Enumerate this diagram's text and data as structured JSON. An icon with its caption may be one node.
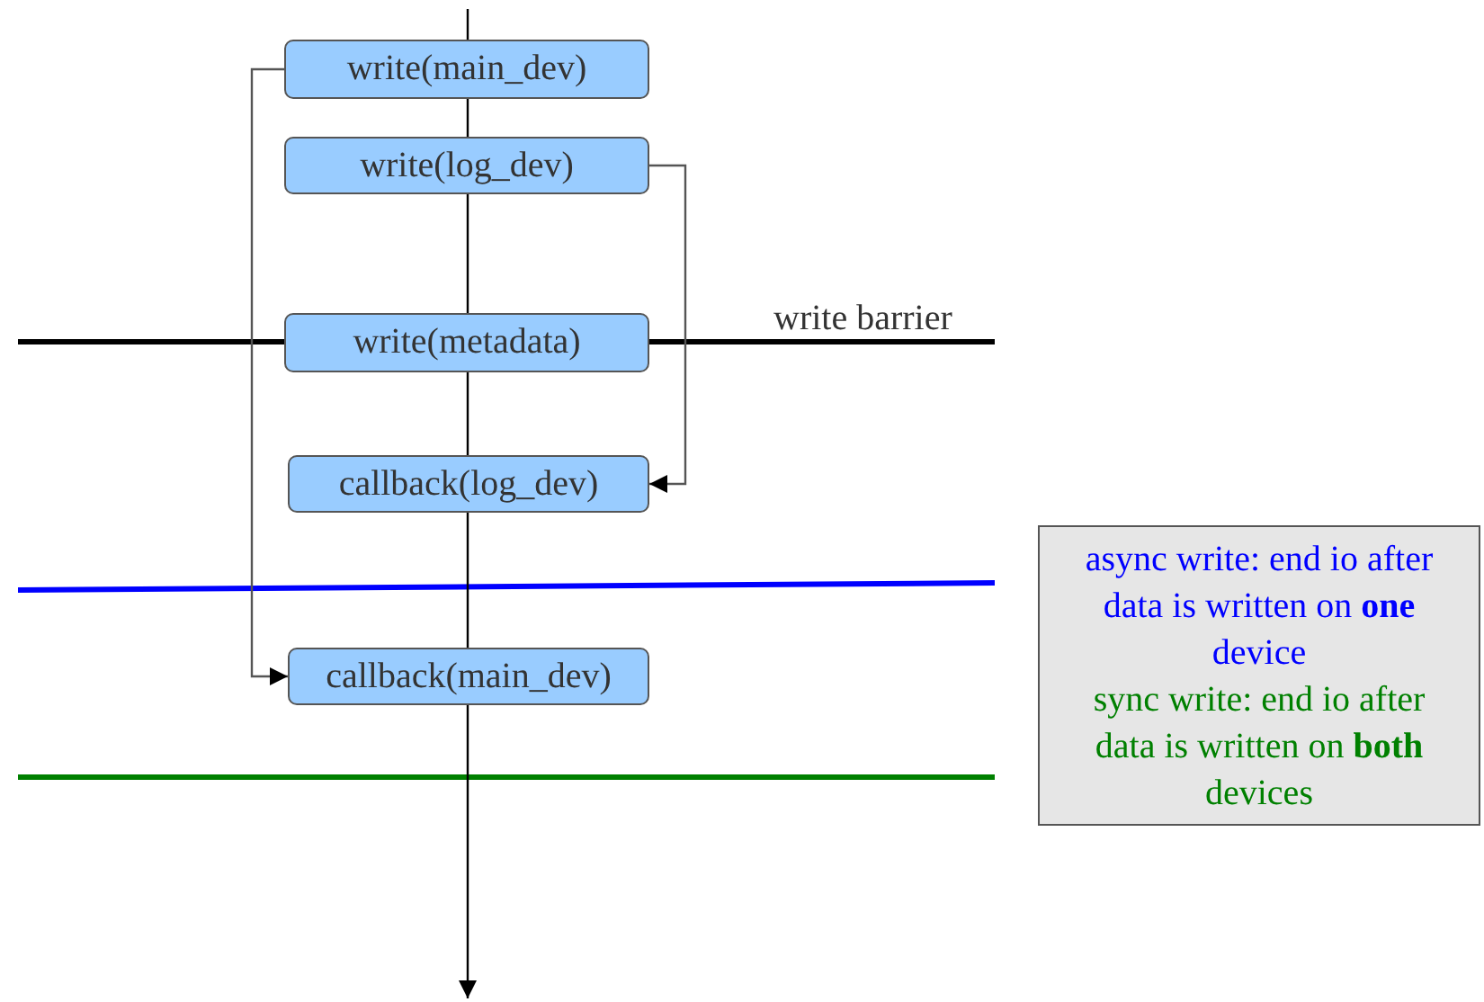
{
  "diagram": {
    "nodes": [
      {
        "text": [
          "write(main_dev)"
        ]
      },
      {
        "text": [
          "write(log_dev)"
        ]
      },
      {
        "text": [
          "write(metadata)"
        ]
      },
      {
        "text": [
          "callback(log_dev)"
        ]
      },
      {
        "text": [
          "callback(main_dev)"
        ]
      },
      {
        "text": [
          "async write: end io after data is written on **one** device",
          "sync write: end io after data is written on **both** devices"
        ]
      }
    ],
    "edges": [
      {
        "from": null,
        "to": 0,
        "arrow": "none"
      },
      {
        "from": 0,
        "to": 1,
        "arrow": "none"
      },
      {
        "from": 1,
        "to": 2,
        "arrow": "none"
      },
      {
        "from": 2,
        "to": 3,
        "arrow": "none"
      },
      {
        "from": 3,
        "to": 4,
        "arrow": "none"
      },
      {
        "from": 4,
        "to": null,
        "arrow": "to"
      },
      {
        "from": 0,
        "to": 4,
        "arrow": "to"
      },
      {
        "from": 1,
        "to": 3,
        "arrow": "to"
      }
    ],
    "labels": [
      "write barrier"
    ]
  }
}
